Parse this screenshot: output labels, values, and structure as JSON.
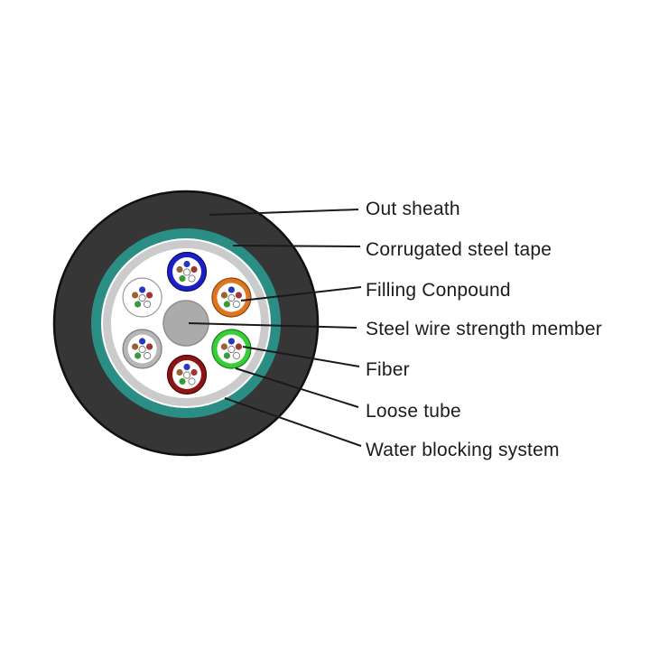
{
  "title": "Fiber optic cable cross-section diagram",
  "diagram": {
    "colors": {
      "background": "#ffffff",
      "out_sheath": "#363636",
      "out_sheath_edge": "#101010",
      "steel_tape": "#2b8e84",
      "water_blocking": "#cbcbcb",
      "water_blocking_edge": "#ffffff",
      "interior": "#ffffff",
      "strength_member": "#ababab",
      "strength_member_edge": "#8f8f8f",
      "leader_line": "#1a1a1a"
    },
    "tubes": [
      {
        "name": "loose-tube-blue",
        "ring": "#1a1ecb",
        "edge": "#10105e"
      },
      {
        "name": "loose-tube-orange",
        "ring": "#e0751f",
        "edge": "#8a4511"
      },
      {
        "name": "loose-tube-green",
        "ring": "#36cf36",
        "edge": "#1d7a1d"
      },
      {
        "name": "loose-tube-maroon",
        "ring": "#8e1313",
        "edge": "#470909"
      },
      {
        "name": "loose-tube-gray",
        "ring": "#b6b6b6",
        "edge": "#7d7d7d"
      },
      {
        "name": "loose-tube-white",
        "ring": "#ffffff",
        "edge": "#9a9a9a"
      }
    ],
    "fiber_colors": {
      "blue": "#2a35c0",
      "brown": "#9a6233",
      "red": "#a03535",
      "green": "#3a9a3a",
      "white": "#ffffff",
      "white_edge": "#808080"
    },
    "fiber_pattern": [
      "blue",
      "brown",
      "red",
      "white",
      "green",
      "white"
    ]
  },
  "labels": [
    {
      "id": "out-sheath",
      "text": "Out sheath"
    },
    {
      "id": "corrugated-steel-tape",
      "text": "Corrugated steel tape"
    },
    {
      "id": "filling-conpound",
      "text": "Filling Conpound"
    },
    {
      "id": "steel-wire-member",
      "text": "Steel wire strength member"
    },
    {
      "id": "fiber",
      "text": "Fiber"
    },
    {
      "id": "loose-tube",
      "text": "Loose tube"
    },
    {
      "id": "water-blocking-system",
      "text": "Water blocking system"
    }
  ]
}
